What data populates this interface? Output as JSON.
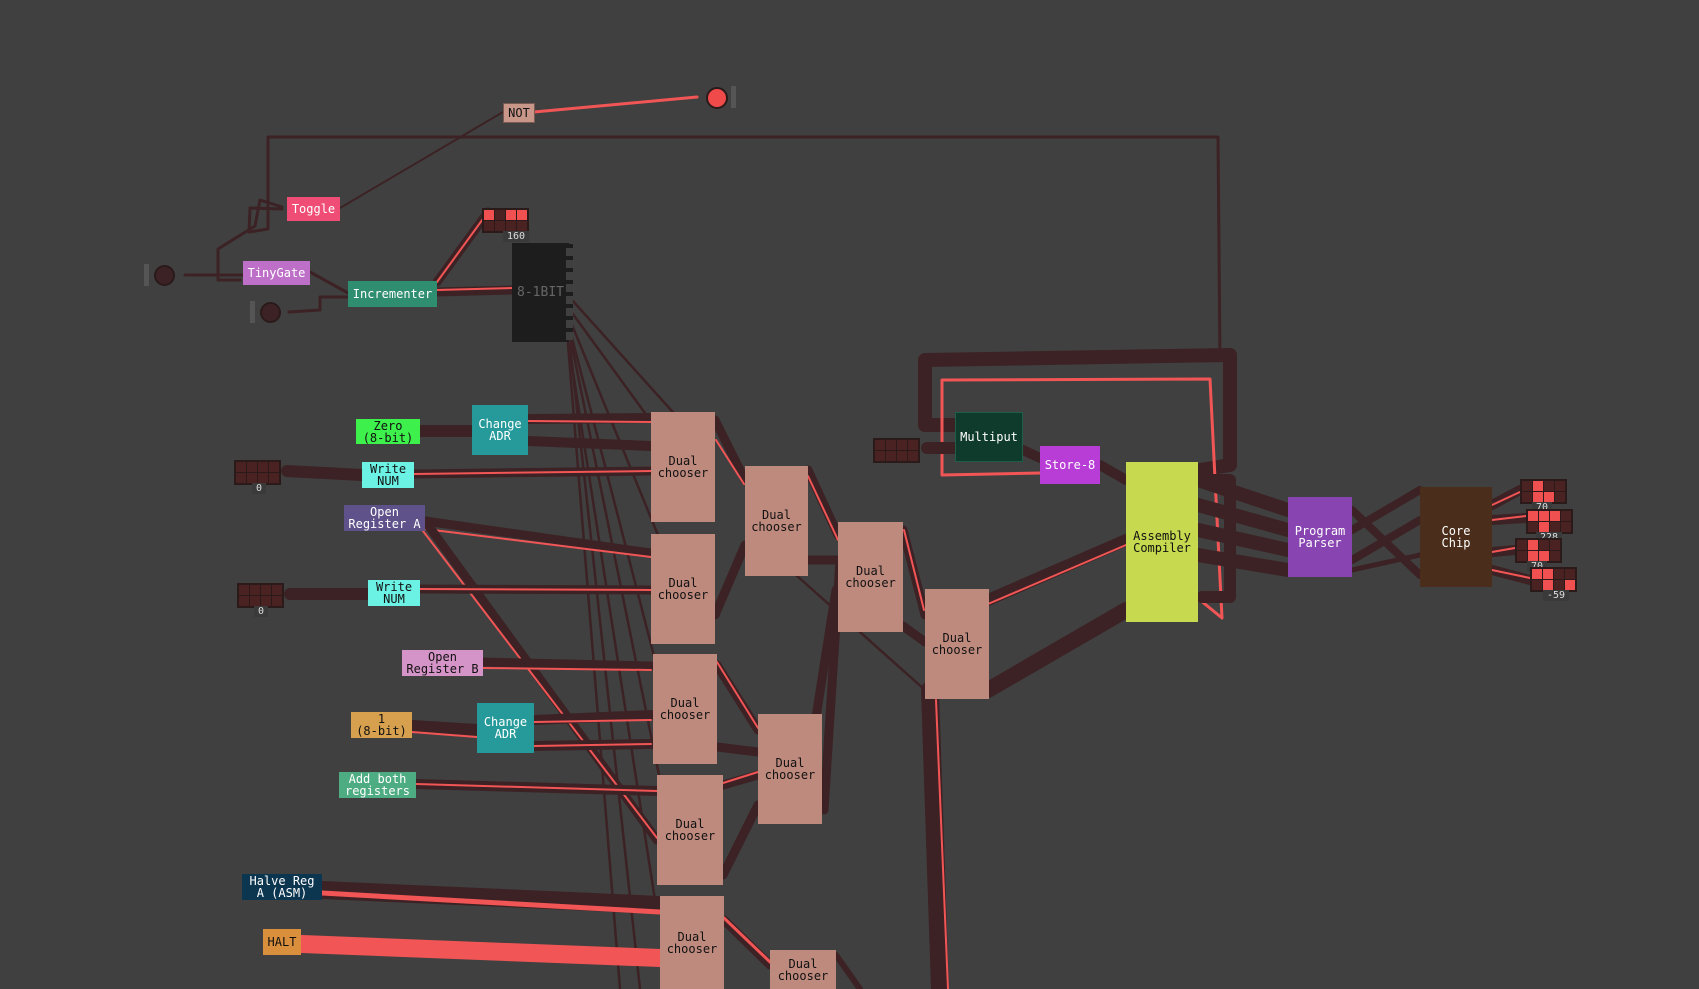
{
  "colors": {
    "background": "#404041",
    "wire_off": "#3c2224",
    "wire_on": "#f25555",
    "dual_chooser": "#bf8a7e"
  },
  "chips": [
    {
      "id": "not",
      "label": "NOT",
      "color": "#c9968a",
      "dark": true
    },
    {
      "id": "toggle",
      "label": "Toggle",
      "color": "#ef4d75",
      "dark": false
    },
    {
      "id": "tinygate",
      "label": "TinyGate",
      "color": "#be6fc7",
      "dark": false
    },
    {
      "id": "incrementer",
      "label": "Incrementer",
      "color": "#2f8d70",
      "dark": false
    },
    {
      "id": "eightbit",
      "label": "8-1BIT",
      "color": "#1d1d1d",
      "dark": false
    },
    {
      "id": "zero8",
      "label": "Zero\n(8-bit)",
      "color": "#3ef04c",
      "dark": true
    },
    {
      "id": "changeadr1",
      "label": "Change\nADR",
      "color": "#269a9a",
      "dark": false
    },
    {
      "id": "writenum1",
      "label": "Write\nNUM",
      "color": "#6cf2e4",
      "dark": true
    },
    {
      "id": "openrega",
      "label": "Open\nRegister A",
      "color": "#5f5189",
      "dark": false
    },
    {
      "id": "writenum2",
      "label": "Write\nNUM",
      "color": "#6cf2e4",
      "dark": true
    },
    {
      "id": "openregb",
      "label": "Open\nRegister B",
      "color": "#d594c8",
      "dark": true
    },
    {
      "id": "one8",
      "label": "1\n(8-bit)",
      "color": "#d6a04f",
      "dark": true
    },
    {
      "id": "changeadr2",
      "label": "Change\nADR",
      "color": "#269a9a",
      "dark": false
    },
    {
      "id": "addboth",
      "label": "Add both\nregisters",
      "color": "#4eac82",
      "dark": false
    },
    {
      "id": "halvereg",
      "label": "Halve Reg\nA (ASM)",
      "color": "#0c3550",
      "dark": false
    },
    {
      "id": "halt",
      "label": "HALT",
      "color": "#da8f3c",
      "dark": true
    },
    {
      "id": "dc1",
      "label": "Dual\nchooser",
      "color": "#bf8a7e",
      "dark": true
    },
    {
      "id": "dc2",
      "label": "Dual\nchooser",
      "color": "#bf8a7e",
      "dark": true
    },
    {
      "id": "dc3",
      "label": "Dual\nchooser",
      "color": "#bf8a7e",
      "dark": true
    },
    {
      "id": "dc4",
      "label": "Dual\nchooser",
      "color": "#bf8a7e",
      "dark": true
    },
    {
      "id": "dc5",
      "label": "Dual\nchooser",
      "color": "#bf8a7e",
      "dark": true
    },
    {
      "id": "dc6",
      "label": "Dual\nchooser",
      "color": "#bf8a7e",
      "dark": true
    },
    {
      "id": "dc7",
      "label": "Dual\nchooser",
      "color": "#bf8a7e",
      "dark": true
    },
    {
      "id": "dc8",
      "label": "Dual\nchooser",
      "color": "#bf8a7e",
      "dark": true
    },
    {
      "id": "dc9",
      "label": "Dual\nchooser",
      "color": "#bf8a7e",
      "dark": true
    },
    {
      "id": "dc10",
      "label": "Dual\nchooser",
      "color": "#bf8a7e",
      "dark": true
    },
    {
      "id": "dc11",
      "label": "",
      "color": "#bf8a7e",
      "dark": true
    },
    {
      "id": "multiput",
      "label": "Multiput",
      "color": "#0e3b2c",
      "dark": false
    },
    {
      "id": "store8",
      "label": "Store-8",
      "color": "#b73dd6",
      "dark": false
    },
    {
      "id": "asmcompiler",
      "label": "Assembly\nCompiler",
      "color": "#c6d94f",
      "dark": true
    },
    {
      "id": "progparser",
      "label": "Program\nParser",
      "color": "#8844b0",
      "dark": false
    },
    {
      "id": "corechip",
      "label": "Core\nChip",
      "color": "#4a2e1b",
      "dark": false
    }
  ],
  "displays": [
    {
      "id": "d160",
      "value": "160",
      "cells": [
        1,
        0,
        1,
        1,
        0,
        0,
        0,
        0
      ],
      "cols": 4
    },
    {
      "id": "d0a",
      "value": "0",
      "cells": [
        0,
        0,
        0,
        0,
        0,
        0,
        0,
        0
      ],
      "cols": 4
    },
    {
      "id": "d0b",
      "value": "0",
      "cells": [
        0,
        0,
        0,
        0,
        0,
        0,
        0,
        0
      ],
      "cols": 4
    },
    {
      "id": "dmulti",
      "value": "",
      "cells": [
        0,
        0,
        0,
        0,
        0,
        0,
        0,
        0
      ],
      "cols": 4
    },
    {
      "id": "d70a",
      "value": "70",
      "cells": [
        0,
        1,
        0,
        0,
        0,
        1,
        1,
        0
      ],
      "cols": 4
    },
    {
      "id": "d228",
      "value": "228",
      "cells": [
        1,
        1,
        1,
        0,
        0,
        1,
        0,
        0
      ],
      "cols": 4
    },
    {
      "id": "d70b",
      "value": "70",
      "cells": [
        0,
        1,
        0,
        0,
        0,
        1,
        1,
        0
      ],
      "cols": 4
    },
    {
      "id": "dneg59",
      "value": "-59",
      "cells": [
        1,
        1,
        0,
        0,
        0,
        1,
        0,
        1
      ],
      "cols": 4
    }
  ],
  "pins": [
    {
      "id": "out_not",
      "state": "on"
    },
    {
      "id": "in_tiny",
      "state": "off"
    },
    {
      "id": "in_inc",
      "state": "off"
    }
  ]
}
